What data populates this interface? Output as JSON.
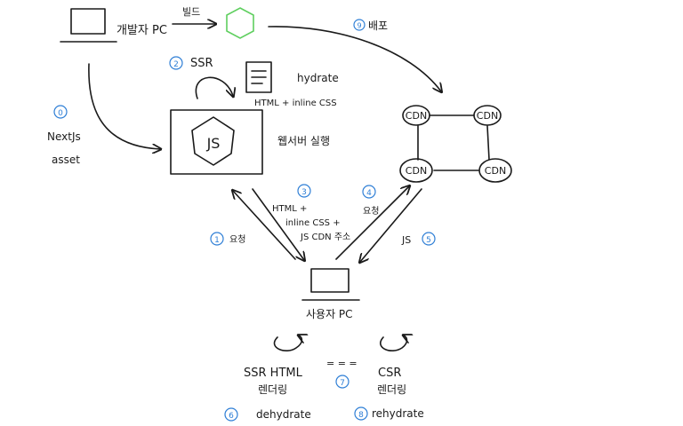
{
  "colors": {
    "ink": "#1a1a1a",
    "step": "#2f7fd6",
    "bundle": "#5fcf5f"
  },
  "dev": {
    "label": "개발자 PC",
    "build_label": "빌드",
    "asset_label_1": "NextJs",
    "asset_label_2": "asset"
  },
  "deploy": {
    "label": "배포"
  },
  "server": {
    "ssr_label": "SSR",
    "js_label": "JS",
    "run_label": "웹서버 실행",
    "hydrate_label": "hydrate",
    "html_css_label": "HTML + inline CSS"
  },
  "cdn": {
    "nodes": [
      "CDN",
      "CDN",
      "CDN",
      "CDN"
    ]
  },
  "requests": {
    "server_request": "요청",
    "server_response": [
      "HTML +",
      "inline CSS +",
      "JS CDN 주소"
    ],
    "cdn_request": "요청",
    "cdn_response": "JS"
  },
  "user": {
    "label": "사용자 PC"
  },
  "rendering": {
    "ssr_line1": "SSR HTML",
    "ssr_line2": "렌더링",
    "csr_line1": "CSR",
    "csr_line2": "렌더링",
    "equal_sign": "= = =",
    "dehydrate": "dehydrate",
    "rehydrate": "rehydrate"
  },
  "steps": [
    "0",
    "1",
    "2",
    "3",
    "4",
    "5",
    "6",
    "7",
    "8",
    "9"
  ]
}
